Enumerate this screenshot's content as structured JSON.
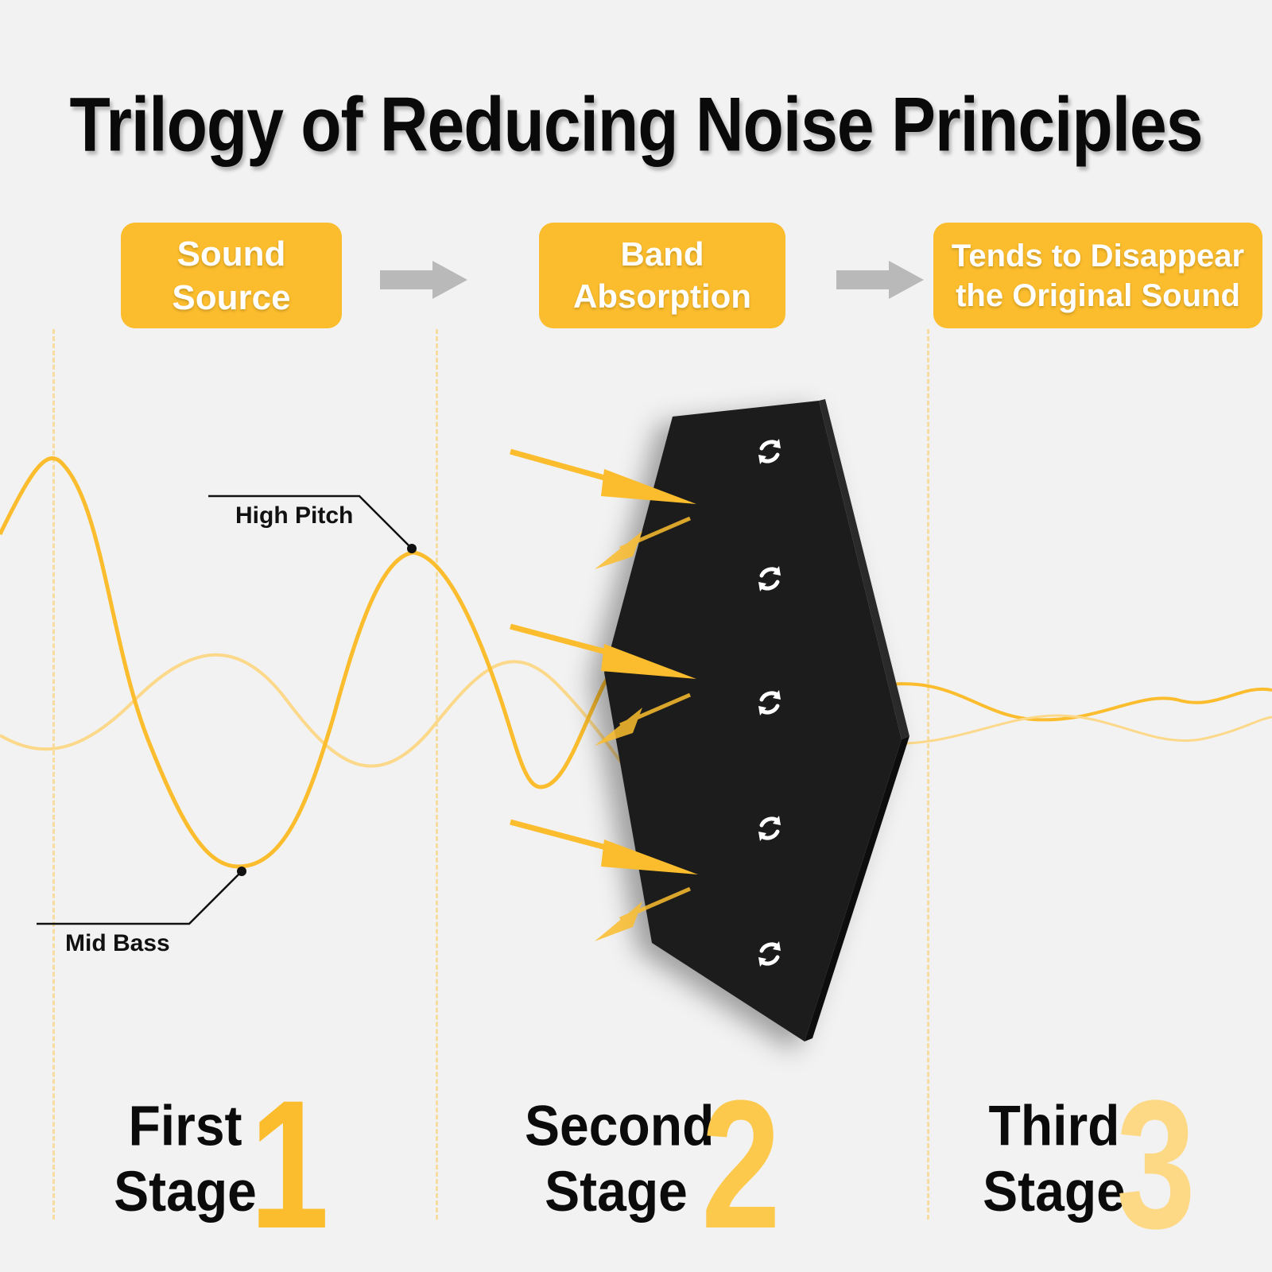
{
  "title": "Trilogy of Reducing Noise Principles",
  "steps": [
    {
      "lines": [
        "Sound",
        "Source"
      ]
    },
    {
      "lines": [
        "Band",
        "Absorption"
      ]
    },
    {
      "lines": [
        "Tends to Disappear",
        "the Original Sound"
      ]
    }
  ],
  "labels": {
    "high_pitch": "High Pitch",
    "mid_bass": "Mid Bass"
  },
  "stages": [
    {
      "lines": [
        "First",
        "Stage"
      ],
      "number": "1"
    },
    {
      "lines": [
        "Second",
        "Stage"
      ],
      "number": "2"
    },
    {
      "lines": [
        "Third",
        "Stage"
      ],
      "number": "3"
    }
  ],
  "colors": {
    "accent": "#fbbd2d",
    "background": "#f2f2f2",
    "panel": "#1c1c1c",
    "arrow_gray": "#b9b9b9"
  },
  "icons": {
    "flow_arrow": "right-arrow-icon",
    "panel_mark": "rotate-arrows-icon"
  }
}
